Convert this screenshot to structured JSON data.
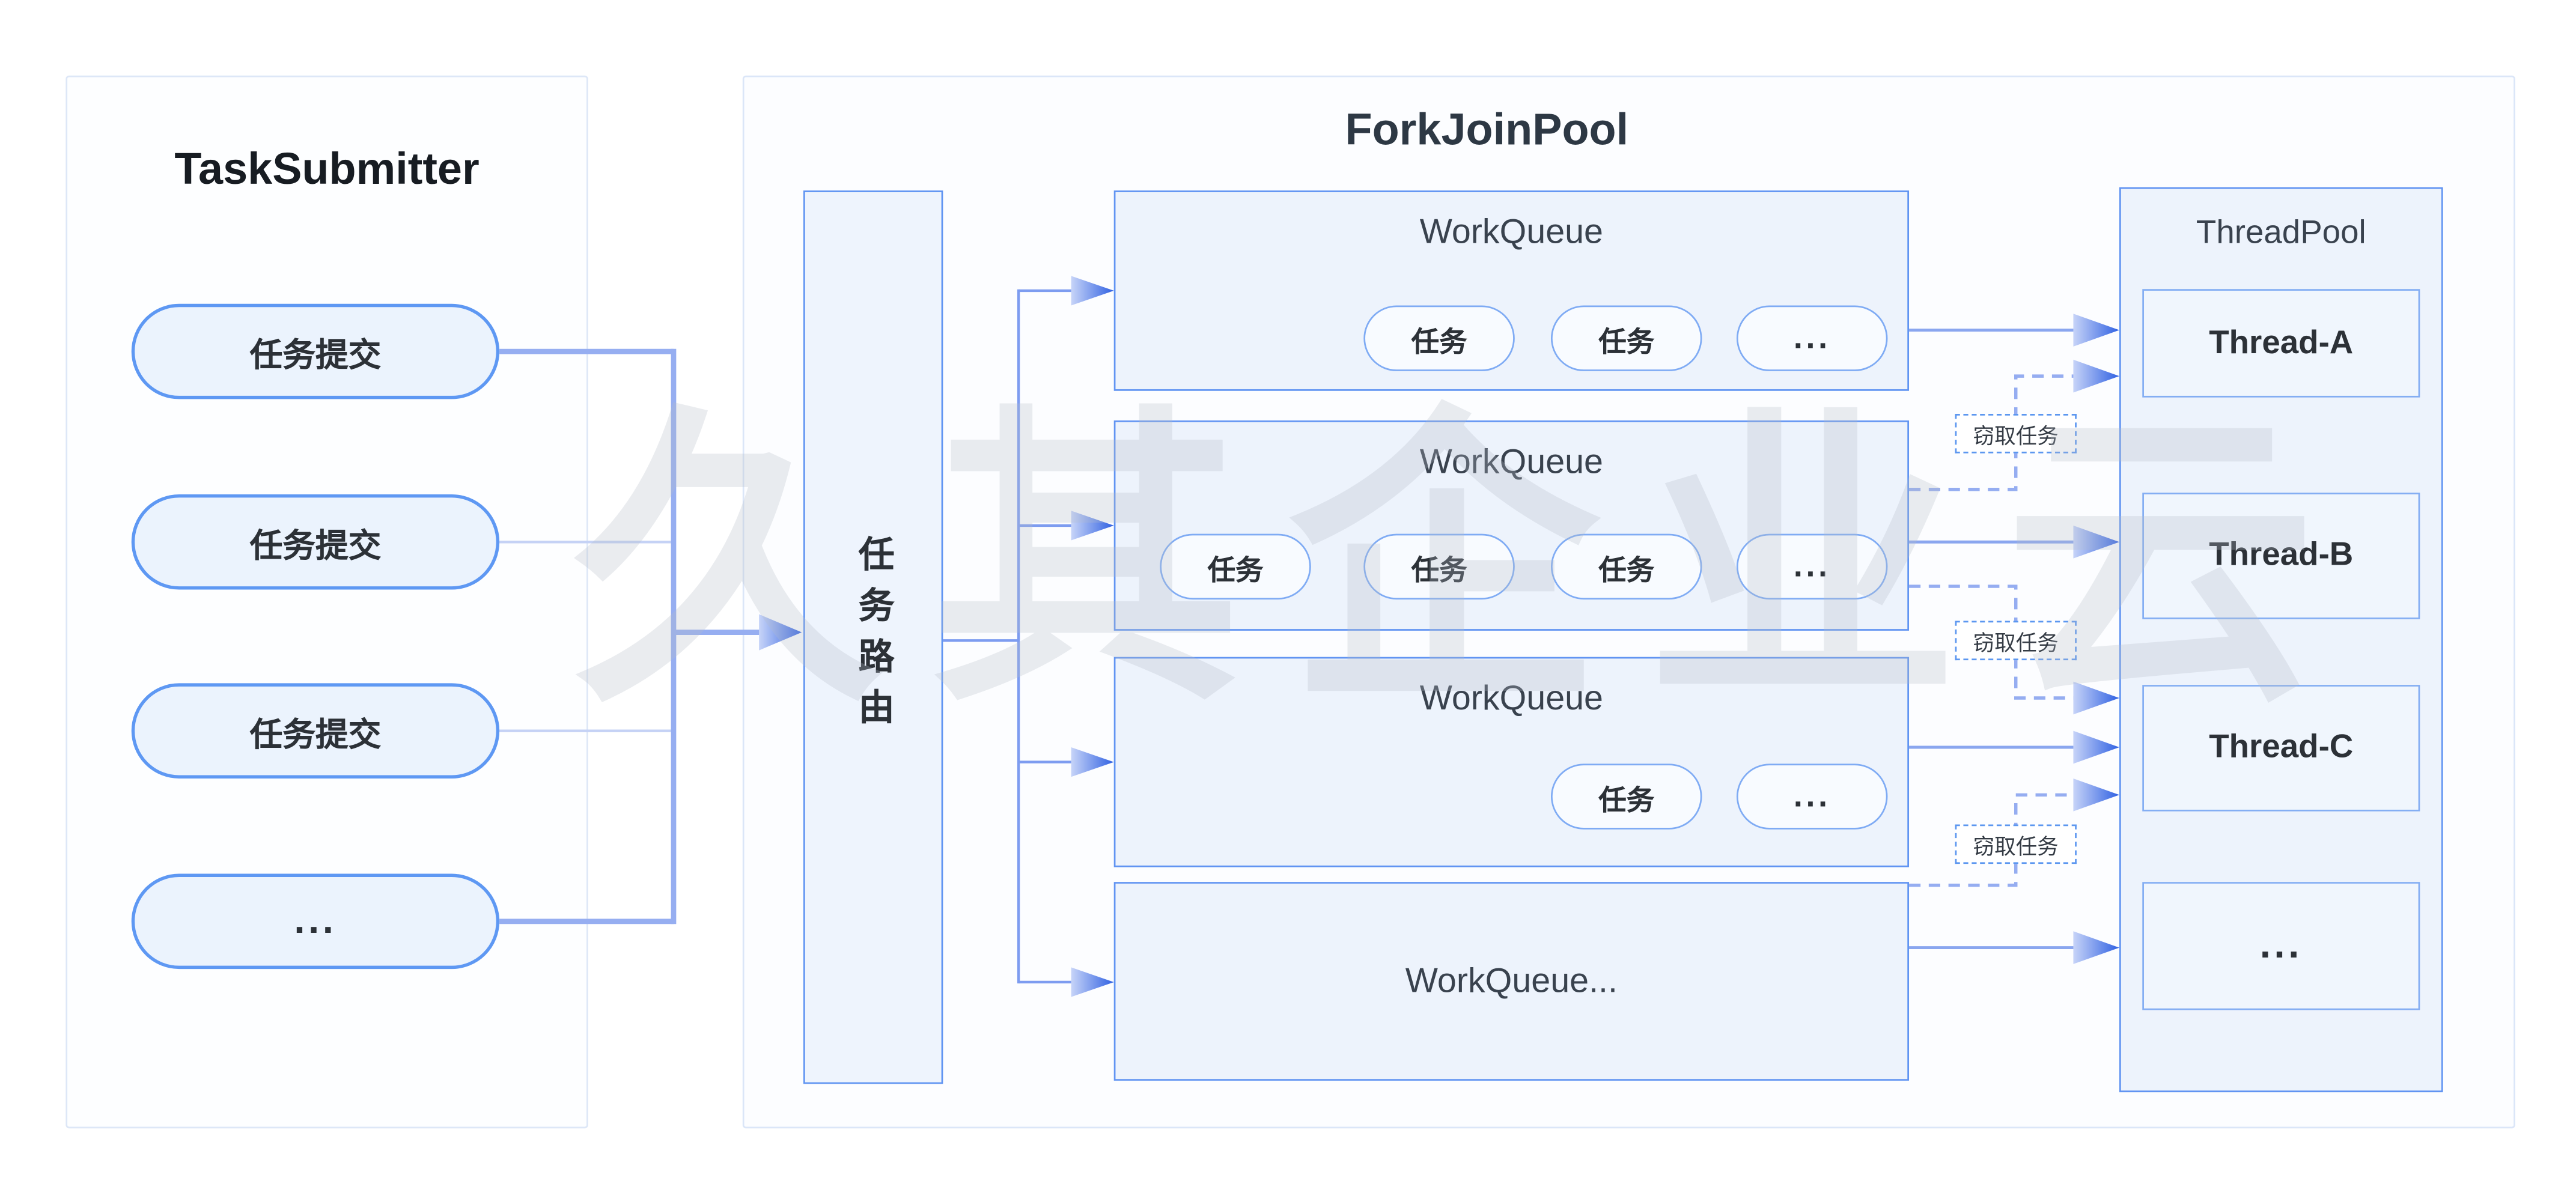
{
  "watermark": "久其企业云",
  "task_submitter": {
    "title": "TaskSubmitter",
    "pills": [
      "任务提交",
      "任务提交",
      "任务提交",
      "..."
    ]
  },
  "fork_join_pool": {
    "title": "ForkJoinPool"
  },
  "task_router": {
    "label": "任务路由"
  },
  "work_queues": [
    {
      "title": "WorkQueue",
      "tasks": [
        "任务",
        "任务",
        "..."
      ]
    },
    {
      "title": "WorkQueue",
      "tasks": [
        "任务",
        "任务",
        "任务",
        "..."
      ]
    },
    {
      "title": "WorkQueue",
      "tasks": [
        "任务",
        "..."
      ]
    },
    {
      "title": "WorkQueue..."
    }
  ],
  "steal_labels": [
    "窃取任务",
    "窃取任务",
    "窃取任务"
  ],
  "thread_pool": {
    "title": "ThreadPool",
    "threads": [
      "Thread-A",
      "Thread-B",
      "Thread-C",
      "..."
    ]
  },
  "colors": {
    "box_fill": "#edf3fc",
    "box_border": "#6194f2",
    "pill_border": "#5e98f3",
    "line_solid": "#8aa6ef",
    "line_dashed": "#95adf1",
    "arrow_tip": "#3061e2"
  }
}
